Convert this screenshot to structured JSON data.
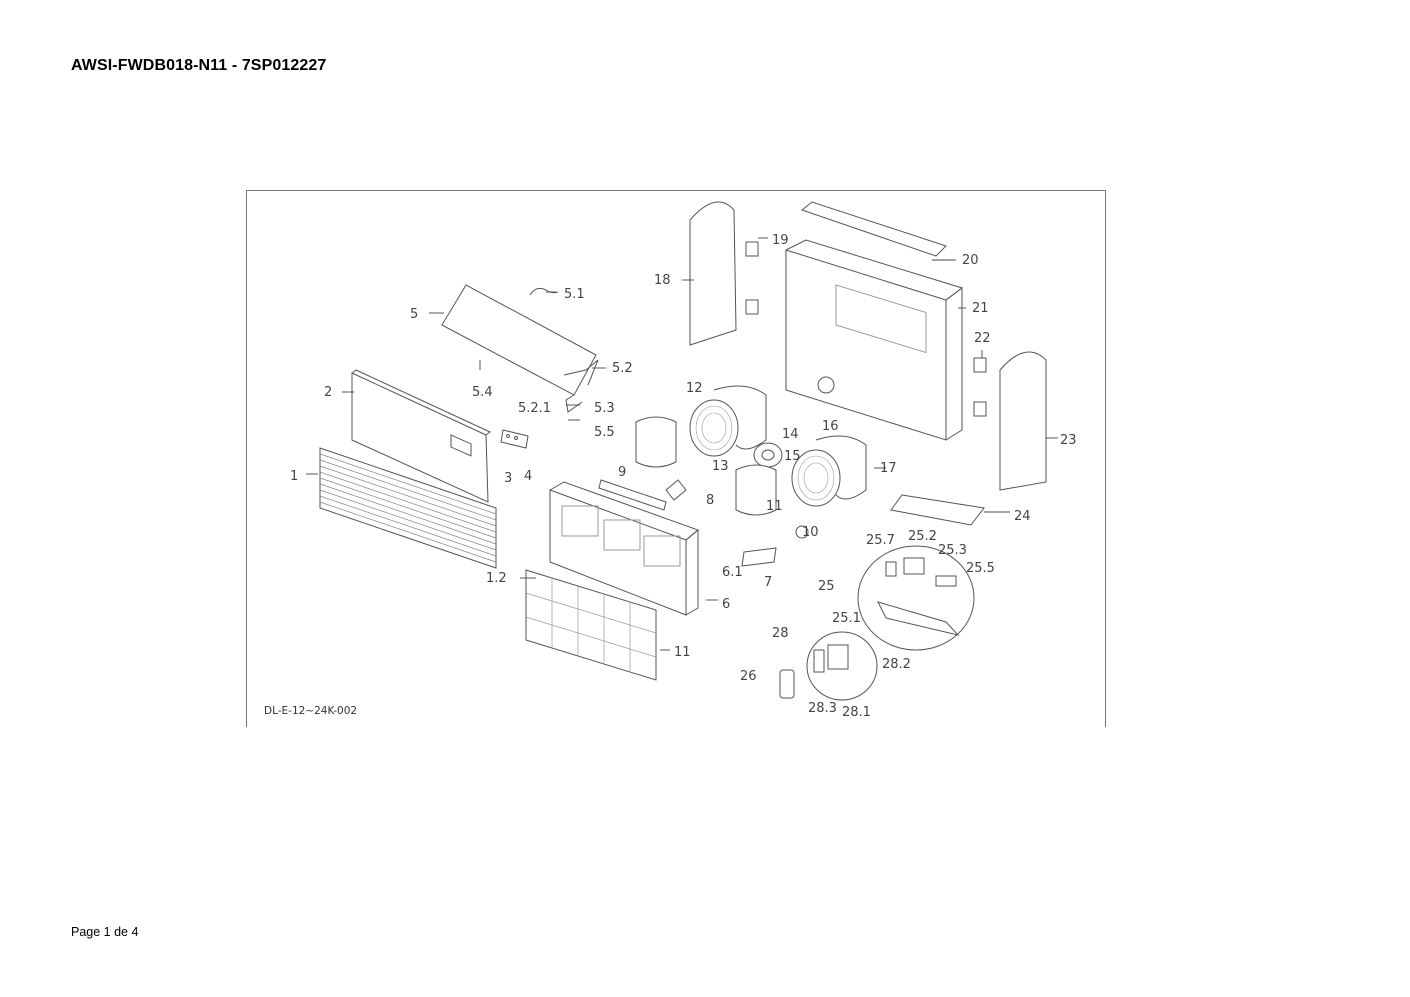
{
  "document": {
    "title": "AWSI-FWDB018-N11 - 7SP012227",
    "footer": "Page 1 de 4"
  },
  "drawing": {
    "code": "DL-E-12~24K-002",
    "callouts": [
      "1",
      "1.2",
      "2",
      "3",
      "4",
      "5",
      "5.1",
      "5.2",
      "5.2.1",
      "5.3",
      "5.4",
      "5.5",
      "6",
      "6.1",
      "7",
      "8",
      "9",
      "10",
      "11",
      "11",
      "12",
      "13",
      "14",
      "15",
      "16",
      "17",
      "18",
      "19",
      "20",
      "21",
      "22",
      "23",
      "24",
      "25",
      "25.1",
      "25.2",
      "25.3",
      "25.5",
      "25.7",
      "26",
      "28",
      "28.1",
      "28.2",
      "28.3"
    ]
  }
}
